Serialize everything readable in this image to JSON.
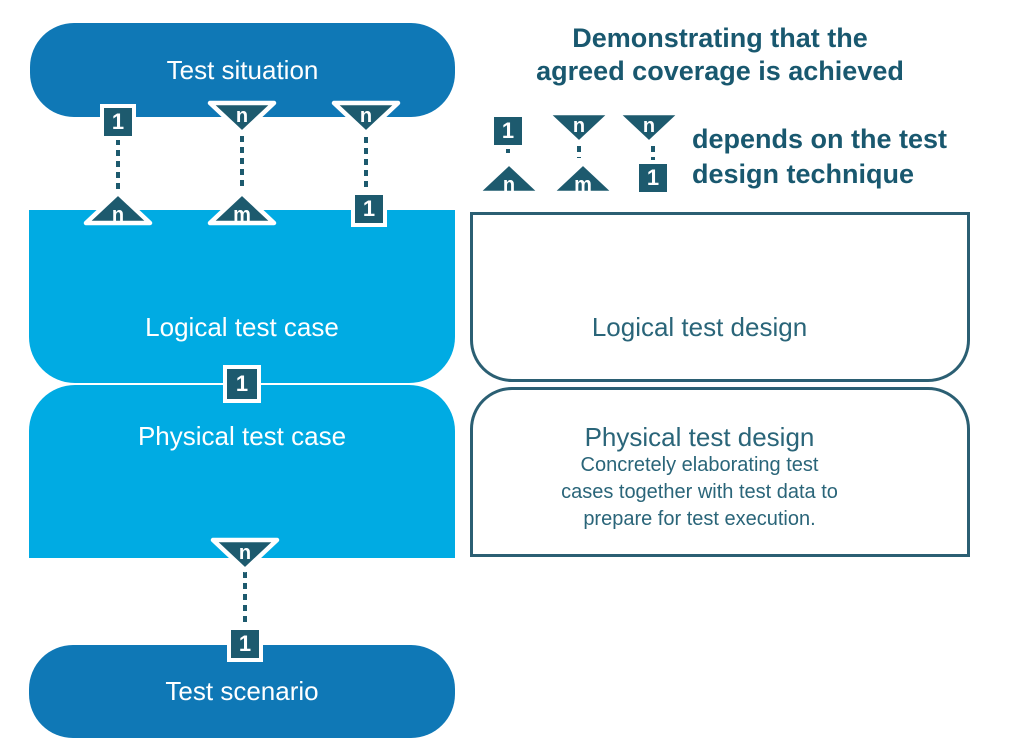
{
  "colors": {
    "dark_blue": "#0f78b6",
    "light_blue": "#00abe3",
    "marker_teal": "#1d5a6e",
    "border_teal": "#2b5f73",
    "text_teal": "#2a6579",
    "annotation_teal": "#19586f"
  },
  "boxes": {
    "test_situation": "Test situation",
    "logical_test_case": "Logical test case",
    "physical_test_case": "Physical test case",
    "test_scenario": "Test scenario",
    "logical_test_design": "Logical test design",
    "physical_test_design_title": "Physical test design",
    "physical_test_design_desc1": "Concretely elaborating test",
    "physical_test_design_desc2": "cases together with test data to",
    "physical_test_design_desc3": "prepare for test execution."
  },
  "annotations": {
    "title_line1": "Demonstrating that the",
    "title_line2": "agreed coverage is achieved",
    "note_line1": "depends on the test",
    "note_line2": "design technique"
  },
  "markers": {
    "c1_top": "1",
    "c1_bottom": "n",
    "c2_top": "n",
    "c2_bottom": "m",
    "c3_top": "n",
    "c3_bottom": "1",
    "case_link": "1",
    "c4_top": "n",
    "c4_bottom": "1",
    "legend": [
      {
        "top": "1",
        "bottom": "n"
      },
      {
        "top": "n",
        "bottom": "m"
      },
      {
        "top": "n",
        "bottom": "1"
      }
    ]
  }
}
